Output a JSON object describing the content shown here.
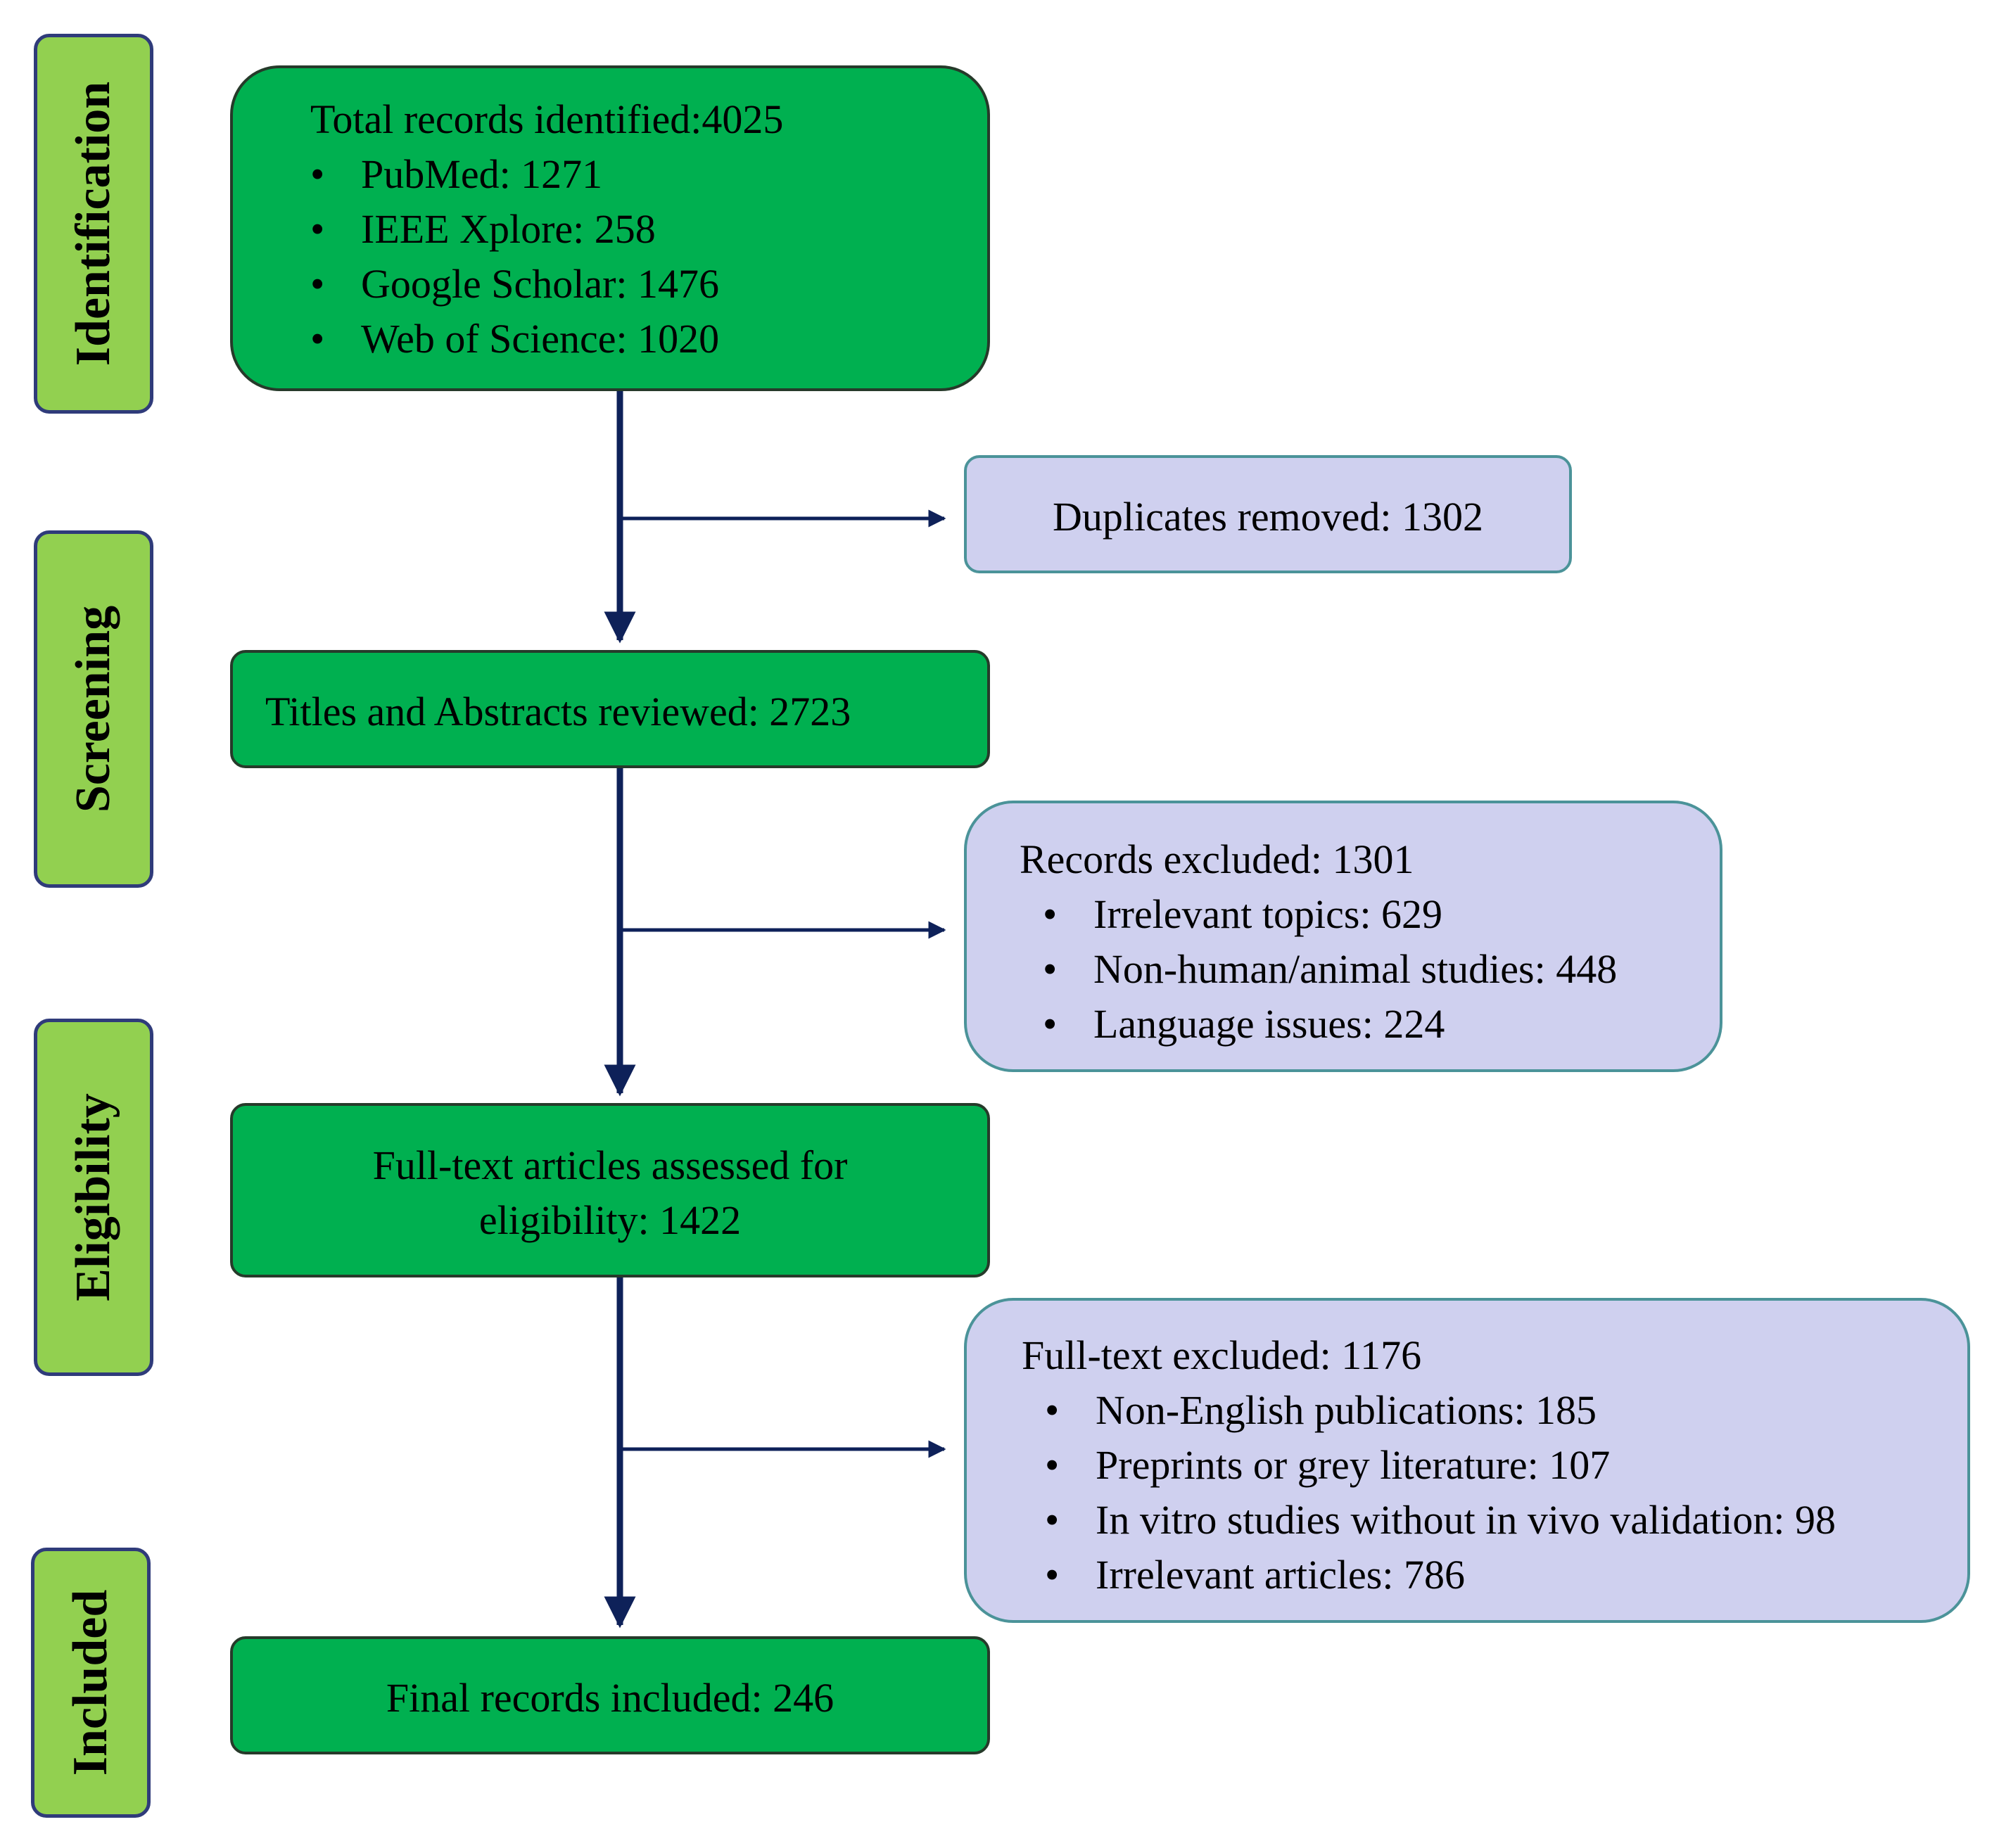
{
  "stages": {
    "identification": "Identification",
    "screening": "Screening",
    "eligibility": "Eligibility",
    "included": "Included"
  },
  "identification": {
    "title": "Total records identified:4025",
    "items": [
      "PubMed: 1271",
      "IEEE Xplore: 258",
      "Google Scholar: 1476",
      "Web of Science: 1020"
    ]
  },
  "duplicates": "Duplicates removed: 1302",
  "screening": "Titles and Abstracts reviewed: 2723",
  "records_excluded": {
    "title": "Records excluded: 1301",
    "items": [
      "Irrelevant topics: 629",
      "Non-human/animal studies: 448",
      "Language issues: 224"
    ]
  },
  "eligibility": {
    "line1": "Full-text articles assessed for",
    "line2": "eligibility: 1422"
  },
  "fulltext_excluded": {
    "title": "Full-text excluded: 1176",
    "items": [
      "Non-English publications: 185",
      "Preprints or grey literature: 107",
      "In vitro studies without in vivo validation: 98",
      "Irrelevant articles: 786"
    ]
  },
  "included": "Final records included: 246",
  "colors": {
    "green_box": "#00b050",
    "stage_label": "#92d050",
    "stage_border": "#2f3b7a",
    "exclusion_box": "#cfd0ef",
    "exclusion_border": "#4b9399",
    "arrow": "#0e2159"
  }
}
